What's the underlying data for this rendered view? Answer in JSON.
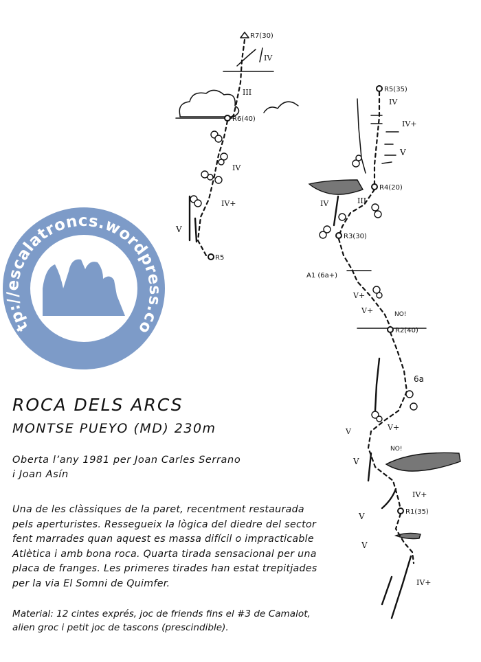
{
  "header": {
    "title": "ROCA DELS ARCS",
    "subtitle": "MONTSE PUEYO (MD) 230m"
  },
  "info": {
    "opened_line1": "Oberta l’any 1981 per Joan Carles Serrano",
    "opened_line2": "i Joan Asín",
    "description_lines": [
      "Una de les clàssiques de la paret, recentment restaurada",
      "pels aperturistes. Ressegueix la lògica del diedre del sector",
      "fent marrades quan aquest es massa difícil o impracticable",
      "Atlètica i amb bona roca. Quarta tirada sensacional per una",
      "placa de franges. Les primeres tirades han estat trepitjades",
      "per la via El Somni de Quimfer."
    ],
    "material_lines": [
      "Material: 12 cintes exprés, joc de friends fins el #3 de Camalot,",
      "alien groc i petit joc de tascons (prescindible)."
    ]
  },
  "logo": {
    "text": "http://escalatroncs.wordpress.com",
    "color": "#7d9bc8"
  },
  "topo": {
    "belays": {
      "r1": "R1(35)",
      "r2": "R2(40)",
      "r3": "R3(30)",
      "r4": "R4(20)",
      "r5_right": "R5(35)",
      "r5_left": "R5",
      "r6": "R6(40)",
      "r7": "R7(30)"
    },
    "grades": {
      "g_iv_top": "IV",
      "g_iii_top": "III",
      "g_iv_left": "IV",
      "g_ivp_left": "IV+",
      "g_v_left": "V",
      "g_iv_r5": "IV",
      "g_ivp_r5": "IV+",
      "g_v_r5": "V",
      "g_iv_r4": "IV",
      "g_iii_r4": "III",
      "a1": "A1 (6a+)",
      "g_vp_1": "V+",
      "g_vp_2": "V+",
      "no_1": "NO!",
      "g_6a": "6a",
      "g_v_1": "V",
      "g_vp_3": "V+",
      "no_2": "NO!",
      "g_v_2": "V",
      "g_ivp_r1": "IV+",
      "g_v_3": "V",
      "g_v_4": "V",
      "g_ivp_bottom": "IV+"
    }
  }
}
